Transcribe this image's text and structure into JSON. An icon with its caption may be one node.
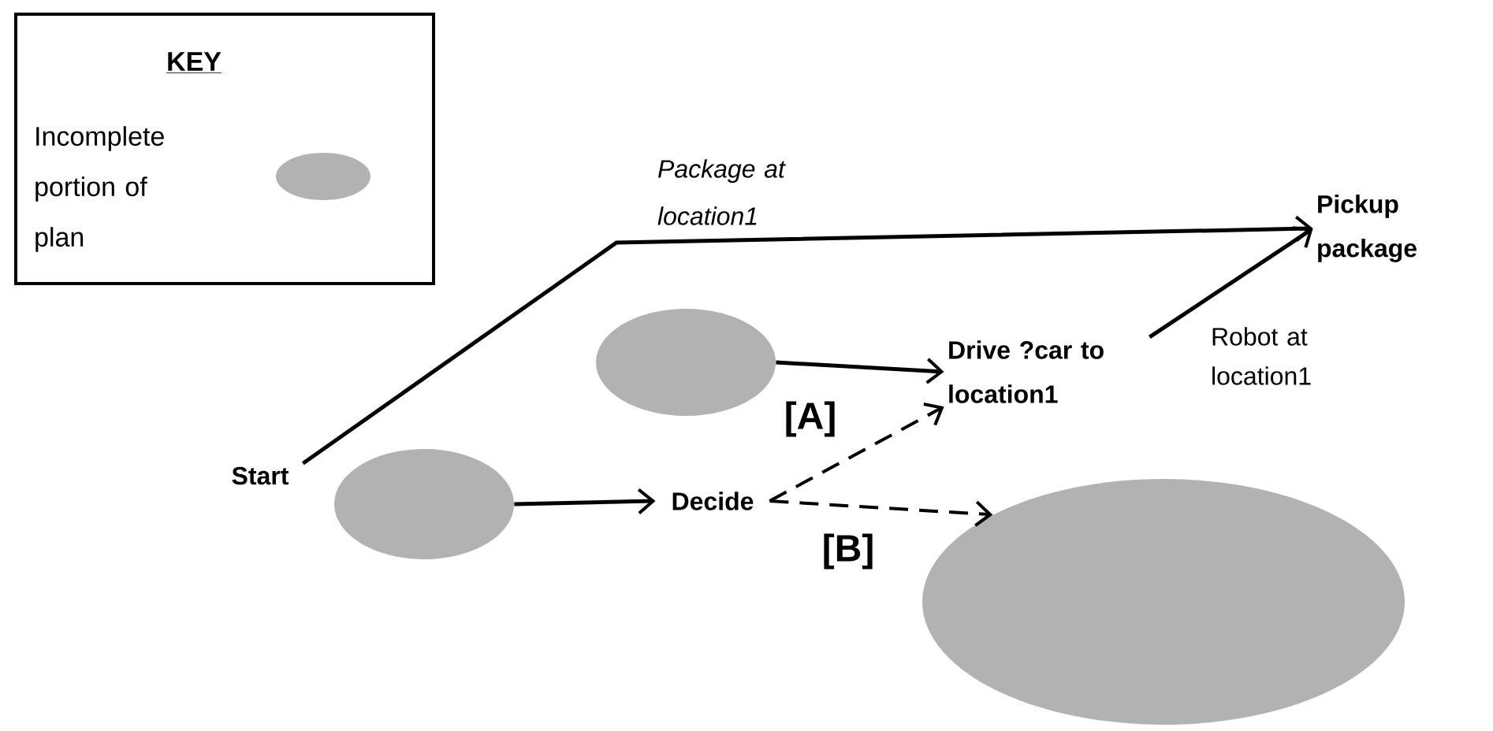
{
  "diagram": {
    "nodes": [
      {
        "text": [
          "Start"
        ]
      },
      {
        "text": [
          "Pickup package"
        ]
      },
      {
        "text": [],
        "shape": "ellipse"
      },
      {
        "text": [
          "Drive ?car to location1"
        ]
      },
      {
        "text": [],
        "shape": "ellipse"
      },
      {
        "text": [
          "Decide"
        ]
      },
      {
        "text": [],
        "shape": "ellipse"
      }
    ],
    "edges": [
      {
        "from": 0,
        "to": 1,
        "arrow": "to",
        "label": "Package at location1"
      },
      {
        "from": 3,
        "to": 1,
        "arrow": "to",
        "label": "Robot at location1"
      },
      {
        "from": 2,
        "to": 3,
        "arrow": "to"
      },
      {
        "from": 4,
        "to": 5,
        "arrow": "to"
      },
      {
        "from": 5,
        "to": 3,
        "arrow": "to",
        "style": "dashed",
        "label": "[A]"
      },
      {
        "from": 5,
        "to": 6,
        "arrow": "to",
        "style": "dashed",
        "label": "[B]"
      }
    ],
    "labels": [
      "KEY"
    ],
    "legend": [
      {
        "text": "Incomplete portion of plan"
      }
    ]
  }
}
